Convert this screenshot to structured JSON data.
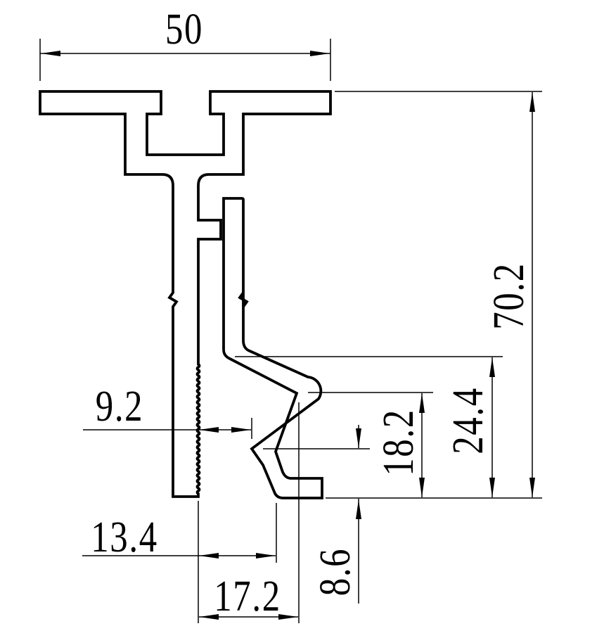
{
  "drawing": {
    "kind": "technical-profile-cross-section",
    "colors": {
      "line": "#000000",
      "background": "#ffffff"
    },
    "dimensions": {
      "top_width": {
        "value": "50",
        "orientation": "horizontal"
      },
      "total_height": {
        "value": "70.2",
        "orientation": "vertical"
      },
      "hook_arm_height": {
        "value": "24.4",
        "orientation": "vertical"
      },
      "nose_height": {
        "value": "18.2",
        "orientation": "vertical"
      },
      "vee_height": {
        "value": "8.6",
        "orientation": "vertical"
      },
      "vee_offset": {
        "value": "9.2",
        "orientation": "horizontal"
      },
      "inner_vee_offset": {
        "value": "13.4",
        "orientation": "horizontal"
      },
      "nose_offset": {
        "value": "17.2",
        "orientation": "horizontal"
      }
    }
  }
}
